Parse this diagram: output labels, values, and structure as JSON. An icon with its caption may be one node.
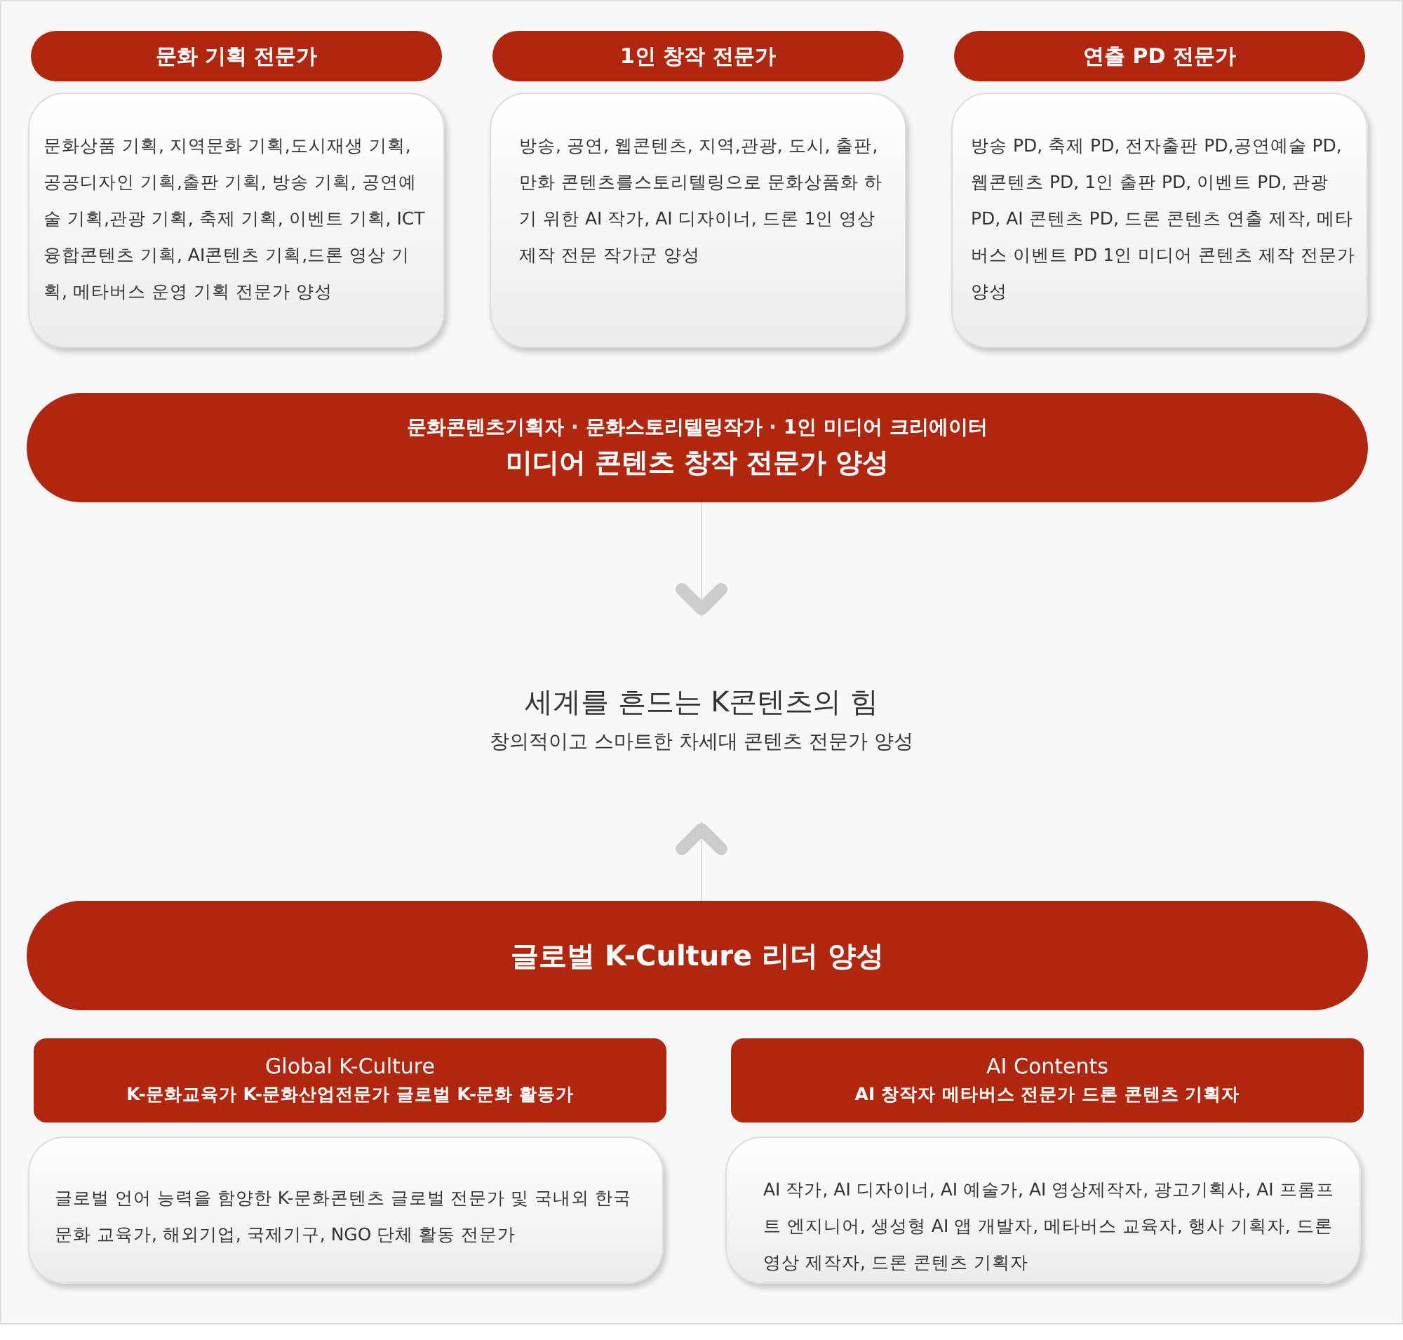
{
  "diagram": {
    "nodes": [
      {
        "text": [
          "문화 기획 전문가"
        ]
      },
      {
        "text": [
          "1인 창작 전문가"
        ]
      },
      {
        "text": [
          "연출 PD 전문가"
        ]
      },
      {
        "text": [
          "문화상품 기획, 지역문화 기획,도시재생 기획, 공공디자인 기획,출판 기획, 방송 기획, 공연예술 기획,관광 기획, 축제 기획, 이벤트 기획, ICT융합콘텐츠 기획, AI콘텐츠 기획,드론 영상 기획, 메타버스 운영 기획 전문가 양성"
        ]
      },
      {
        "text": [
          "방송, 공연, 웹콘텐츠, 지역,관광, 도시, 출판, 만화 콘텐츠를스토리텔링으로 문화상품화 하기 위한 AI 작가, AI 디자이너, 드론 1인 영상 제작 전문  작가군 양성"
        ]
      },
      {
        "text": [
          "방송 PD, 축제 PD, 전자출판 PD,공연예술 PD, 웹콘텐츠 PD, 1인 출판 PD, 이벤트 PD, 관광 PD, AI 콘텐츠 PD, 드론 콘텐츠 연출 제작, 메타버스 이벤트 PD 1인 미디어 콘텐츠 제작 전문가 양성"
        ]
      },
      {
        "text": [
          "문화콘텐츠기획자 · 문화스토리텔링작가 · 1인 미디어 크리에이터",
          "미디어 콘텐츠 창작 전문가 양성"
        ]
      },
      {
        "text": [
          "세계를 흔드는 K콘텐츠의 힘",
          "창의적이고 스마트한 차세대 콘텐츠 전문가 양성"
        ]
      },
      {
        "text": [
          "글로벌 K-Culture 리더 양성"
        ]
      },
      {
        "text": [
          "Global K-Culture",
          "K-문화교육가 K-문화산업전문가 글로벌 K-문화 활동가"
        ]
      },
      {
        "text": [
          "AI Contents",
          "AI 창작자 메타버스 전문가 드론 콘텐츠 기획자"
        ]
      },
      {
        "text": [
          "글로벌 언어 능력을 함양한 K-문화콘텐츠 글로벌 전문가 및 국내외 한국문화 교육가, 해외기업, 국제기구, NGO 단체 활동 전문가"
        ]
      },
      {
        "text": [
          "AI 작가, AI 디자이너, AI 예술가, AI 영상제작자, 광고기획사, AI 프롬프트 엔지니어, 생성형 AI 앱 개발자, 메타버스 교육자, 행사 기획자, 드론 영상 제작자, 드론 콘텐츠 기획자"
        ]
      }
    ],
    "edges": [
      {
        "from": 6,
        "to": 7,
        "arrow": "to"
      },
      {
        "from": 8,
        "to": 7,
        "arrow": "to"
      }
    ]
  }
}
